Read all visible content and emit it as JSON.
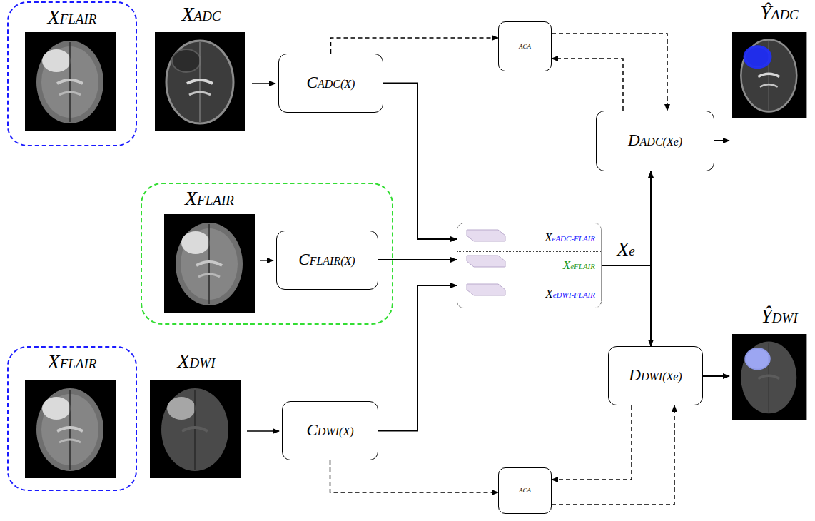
{
  "diagram": {
    "nodes": [
      {
        "text": [
          "XFLAIR"
        ]
      },
      {
        "text": [
          "CADC(X)"
        ]
      },
      {
        "text": [
          "XFLAIR"
        ]
      },
      {
        "text": [
          "CFLAIR(X)"
        ],
        "in": 2
      },
      {
        "text": [
          "XFLAIR"
        ]
      },
      {
        "text": [
          "CDWI(X)"
        ]
      },
      {
        "text": [
          "XeADC-FLAIR",
          "XeFLAIR",
          "XeDWI-FLAIR"
        ]
      },
      {
        "text": [
          "ACA"
        ]
      },
      {
        "text": [
          "DADC(Xe)"
        ]
      },
      {
        "text": [
          "ACA"
        ]
      },
      {
        "text": [
          "DDWI(Xe)"
        ]
      }
    ],
    "edges": [
      {
        "from": 1,
        "to": 6,
        "arrow": "to"
      },
      {
        "from": 3,
        "to": 6,
        "arrow": "to"
      },
      {
        "from": 5,
        "to": 6,
        "arrow": "to"
      },
      {
        "from": 6,
        "to": 8,
        "arrow": "to"
      },
      {
        "from": 6,
        "to": 10,
        "arrow": "to"
      },
      {
        "from": 1,
        "to": 7,
        "arrow": "to"
      },
      {
        "from": 7,
        "to": 8,
        "arrow": "to"
      },
      {
        "from": 8,
        "to": 7,
        "arrow": "to"
      },
      {
        "from": 5,
        "to": 9,
        "arrow": "to"
      },
      {
        "from": 9,
        "to": 10,
        "arrow": "to"
      },
      {
        "from": 10,
        "to": 9,
        "arrow": "to"
      }
    ],
    "labels": [
      "XADC",
      "ŶADC",
      "Xe",
      "ŶDWI",
      "XDWI"
    ]
  }
}
